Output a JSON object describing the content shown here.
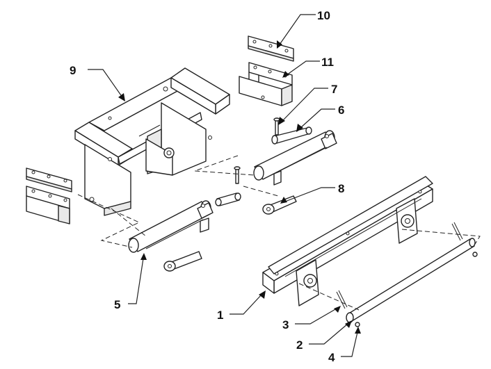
{
  "callouts": [
    {
      "id": "1",
      "text": "1"
    },
    {
      "id": "2",
      "text": "2"
    },
    {
      "id": "3",
      "text": "3"
    },
    {
      "id": "4",
      "text": "4"
    },
    {
      "id": "5",
      "text": "5"
    },
    {
      "id": "6",
      "text": "6"
    },
    {
      "id": "7",
      "text": "7"
    },
    {
      "id": "8",
      "text": "8"
    },
    {
      "id": "9",
      "text": "9"
    },
    {
      "id": "10",
      "text": "10"
    },
    {
      "id": "11",
      "text": "11"
    }
  ],
  "colors": {
    "line": "#222222",
    "background": "#ffffff"
  }
}
